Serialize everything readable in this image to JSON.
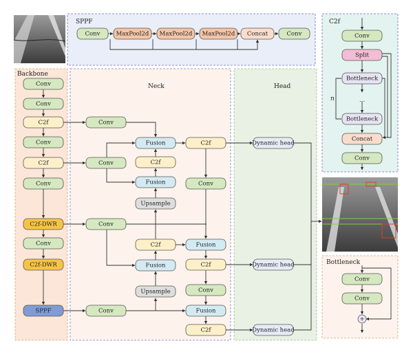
{
  "sections": {
    "sppf_title": "SPPF",
    "backbone_title": "Backbone",
    "neck_title": "Neck",
    "head_title": "Head",
    "c2f_title": "C2f",
    "bottleneck_title": "Bottleneck"
  },
  "colors": {
    "conv": "#d5e8c0",
    "c2f": "#fdf0c8",
    "c2f_dwr": "#f6c347",
    "fusion": "#d4eaf3",
    "upsample": "#dedede",
    "maxpool": "#f3c4a6",
    "concat": "#f9dccb",
    "split": "#f4bcd6",
    "bottleneck": "#e6e4f3",
    "sppf": "#7f9cd4",
    "dynamic_head": "#e6ecf6",
    "backbone_bg": "#fbe6d8",
    "neck_bg": "#fdf3ec",
    "head_bg": "#e8f1e4",
    "c2f_panel_bg": "#e3f3ef",
    "bottleneck_panel_bg": "#fdf3ec"
  },
  "sppf": {
    "nodes": [
      "Conv",
      "MaxPool2d",
      "MaxPool2d",
      "MaxPool2d",
      "Concat",
      "Conv"
    ]
  },
  "backbone": {
    "nodes": [
      "Conv",
      "Conv",
      "C2f",
      "Conv",
      "C2f",
      "Conv",
      "C2f-DWR",
      "Conv",
      "C2f-DWR",
      "SPPF"
    ]
  },
  "neck": {
    "conv_label": "Conv",
    "c2f_label": "C2f",
    "fusion_label": "Fusion",
    "upsample_label": "Upsample"
  },
  "head": {
    "node_label": "Dynamic head"
  },
  "c2f_module": {
    "nodes": [
      "Conv",
      "Split",
      "Bottleneck",
      "...",
      "Bottleneck",
      "Concat",
      "Conv"
    ],
    "n_label": "n"
  },
  "bottleneck_module": {
    "nodes": [
      "Conv",
      "Conv"
    ],
    "add_symbol": "+"
  }
}
